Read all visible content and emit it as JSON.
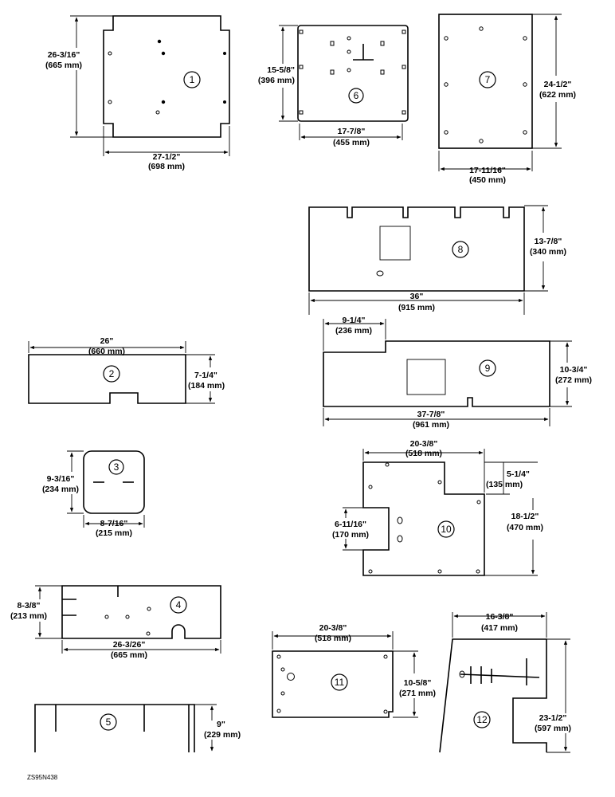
{
  "figure_code": "ZS95N438",
  "panels": [
    {
      "id": "1",
      "dims": [
        "26-3/16\"",
        "(665 mm)",
        "27-1/2\"",
        "(698 mm)"
      ]
    },
    {
      "id": "2",
      "dims": [
        "26\"",
        "(660 mm)",
        "7-1/4\"",
        "(184 mm)"
      ]
    },
    {
      "id": "3",
      "dims": [
        "9-3/16\"",
        "(234 mm)",
        "8-7/16\"",
        "(215 mm)"
      ]
    },
    {
      "id": "4",
      "dims": [
        "8-3/8\"",
        "(213 mm)",
        "26-3/26\"",
        "(665 mm)"
      ]
    },
    {
      "id": "5",
      "dims": [
        "9\"",
        "(229 mm)"
      ]
    },
    {
      "id": "6",
      "dims": [
        "15-5/8\"",
        "(396 mm)",
        "17-7/8\"",
        "(455 mm)"
      ]
    },
    {
      "id": "7",
      "dims": [
        "24-1/2\"",
        "(622 mm)",
        "17-11/16\"",
        "(450 mm)"
      ]
    },
    {
      "id": "8",
      "dims": [
        "13-7/8\"",
        "(340 mm)",
        "36\"",
        "(915 mm)"
      ]
    },
    {
      "id": "9",
      "dims": [
        "9-1/4\"",
        "(236 mm)",
        "10-3/4\"",
        "(272 mm)",
        "37-7/8\"",
        "(961 mm)"
      ]
    },
    {
      "id": "10",
      "dims": [
        "20-3/8\"",
        "(518 mm)",
        "5-1/4\"",
        "(135 mm)",
        "6-11/16\"",
        "(170 mm)",
        "18-1/2\"",
        "(470 mm)"
      ]
    },
    {
      "id": "11",
      "dims": [
        "20-3/8\"",
        "(518 mm)",
        "10-5/8\"",
        "(271 mm)"
      ]
    },
    {
      "id": "12",
      "dims": [
        "16-3/8\"",
        "(417 mm)",
        "23-1/2\"",
        "(597 mm)"
      ]
    }
  ]
}
